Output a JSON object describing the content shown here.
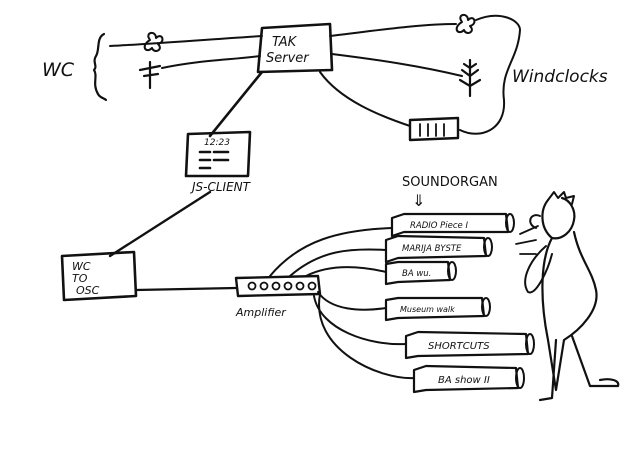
{
  "labels": {
    "wc": "WC",
    "tak_line1": "TAK",
    "tak_line2": "Server",
    "windclocks": "Windclocks",
    "js_time": "12:23",
    "js_client": "JS-CLIENT",
    "wc_to_osc_line1": "WC",
    "wc_to_osc_line2": "TO",
    "wc_to_osc_line3": "OSC",
    "amplifier": "Amplifier",
    "soundorgan": "SOUNDORGAN",
    "arrow": "⇓"
  },
  "speakers": [
    {
      "label": "RADIO Piece I"
    },
    {
      "label": "MARIJA BYSTE"
    },
    {
      "label": "BA wu."
    },
    {
      "label": "Museum walk"
    },
    {
      "label": "SHORTCUTS"
    },
    {
      "label": "BA show II"
    }
  ],
  "icons": {
    "fan_left": "fan-icon",
    "mast_left": "mast-icon",
    "fan_right": "fan-icon",
    "tree_right": "tree-icon",
    "gauge_right": "gauge-icon",
    "listener": "person-figure"
  }
}
